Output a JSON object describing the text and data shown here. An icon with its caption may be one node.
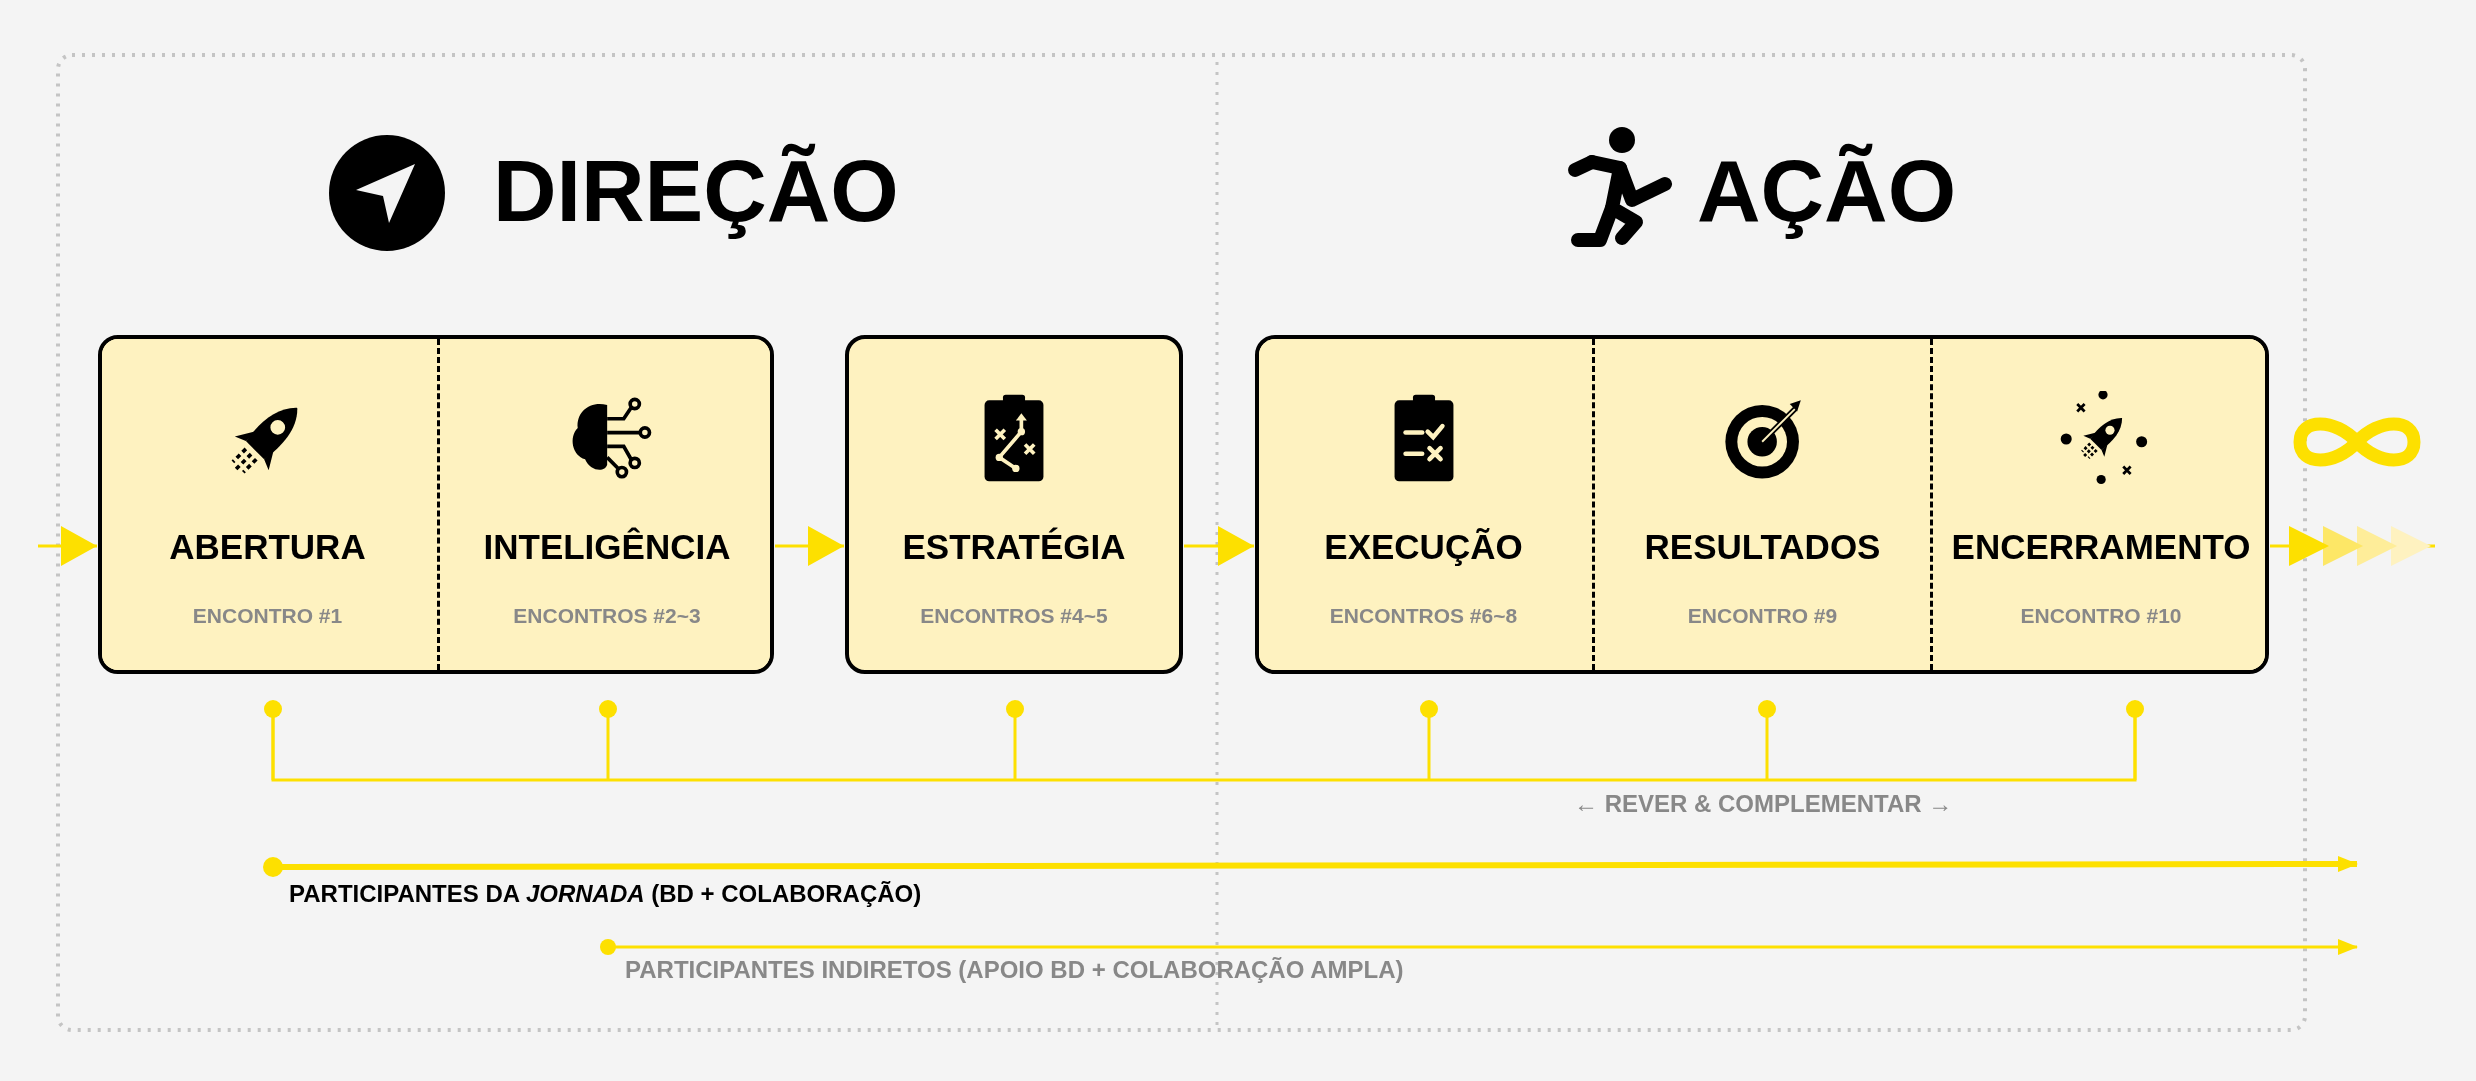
{
  "diagram": {
    "nodes": [
      {
        "text": [],
        "shape": "box"
      },
      {
        "text": [
          "ABERTURA",
          "ENCONTRO #1"
        ],
        "in": 0
      },
      {
        "text": [
          "INTELIGÊNCIA",
          "ENCONTROS #2~3"
        ],
        "in": 0
      },
      {
        "text": [
          "ESTRATÉGIA",
          "ENCONTROS #4~5"
        ]
      },
      {
        "text": [],
        "shape": "box"
      },
      {
        "text": [
          "EXECUÇÃO",
          "ENCONTROS #6~8"
        ],
        "in": 4
      },
      {
        "text": [
          "RESULTADOS",
          "ENCONTRO #9"
        ],
        "in": 4
      },
      {
        "text": [
          "ENCERRAMENTO",
          "ENCONTRO #10"
        ],
        "in": 4
      }
    ],
    "edges": [
      {
        "from": null,
        "to": 0,
        "arrow": "to"
      },
      {
        "from": 0,
        "to": 3,
        "arrow": "to"
      },
      {
        "from": 3,
        "to": 4,
        "arrow": "to"
      },
      {
        "from": 4,
        "to": null,
        "arrow": "to"
      }
    ],
    "labels": [
      "DIREÇÃO",
      "AÇÃO",
      "← REVER & COMPLEMENTAR →",
      "PARTICIPANTES DA *JORNADA* (BD + COLABORAÇÃO)",
      "PARTICIPANTES INDIRETOS (APOIO BD + COLABORAÇÃO AMPLA)"
    ]
  }
}
